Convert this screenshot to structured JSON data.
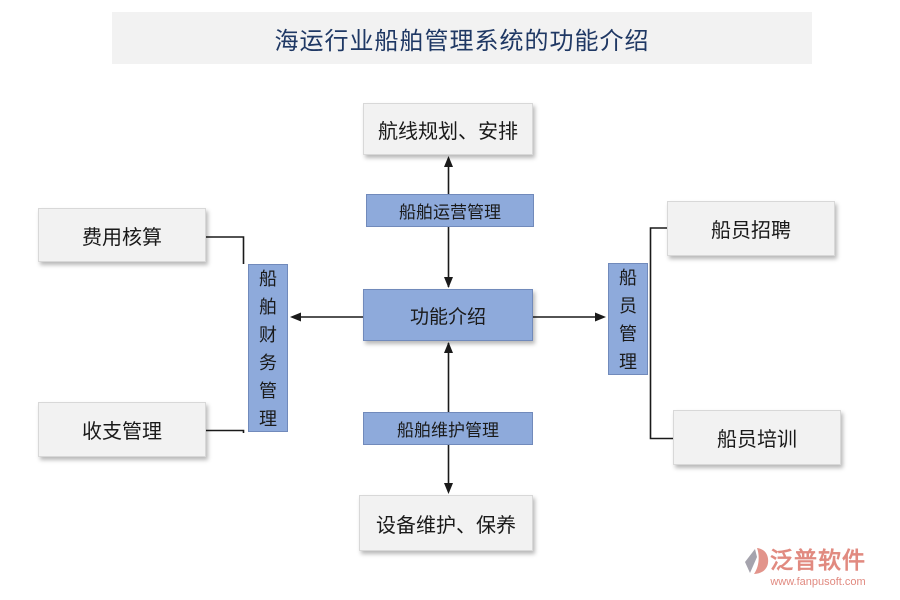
{
  "title": "海运行业船舶管理系统的功能介绍",
  "nodes": {
    "center": "功能介绍",
    "route": "航线规划、安排",
    "operation": "船舶运营管理",
    "maintenance": "船舶维护管理",
    "device": "设备维护、保养",
    "finance": "船舶财务管理",
    "cost": "费用核算",
    "income": "收支管理",
    "crew": "船员管理",
    "recruit": "船员招聘",
    "training": "船员培训"
  },
  "branding": {
    "name": "泛普软件",
    "url": "www.fanpusoft.com",
    "accent_color": "#E18A80",
    "icon_gray": "#A5A3AD"
  },
  "colors": {
    "node_blue": "#8EAADB",
    "box_gray": "#F2F2F2",
    "title_text": "#1F3864",
    "connector": "#1A1A1A"
  }
}
